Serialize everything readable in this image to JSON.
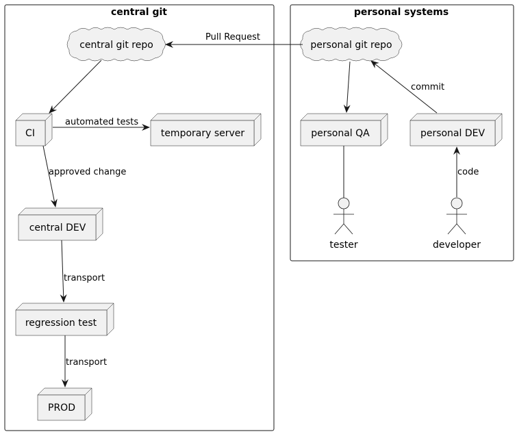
{
  "packages": {
    "central": {
      "title": "central git"
    },
    "personal": {
      "title": "personal systems"
    }
  },
  "nodes": {
    "central_repo": "central git repo",
    "personal_repo": "personal git repo",
    "ci": "CI",
    "temp_server": "temporary server",
    "central_dev": "central DEV",
    "regression": "regression test",
    "prod": "PROD",
    "personal_qa": "personal QA",
    "personal_dev": "personal DEV"
  },
  "actors": {
    "tester": "tester",
    "developer": "developer"
  },
  "edges": {
    "pull_request": "Pull Request",
    "automated_tests": "automated tests",
    "approved_change": "approved change",
    "transport_1": "transport",
    "transport_2": "transport",
    "commit": "commit",
    "code": "code"
  },
  "colors": {
    "node_fill": "#F1F1F1",
    "stroke": "#181818",
    "background": "#FFFFFF"
  }
}
